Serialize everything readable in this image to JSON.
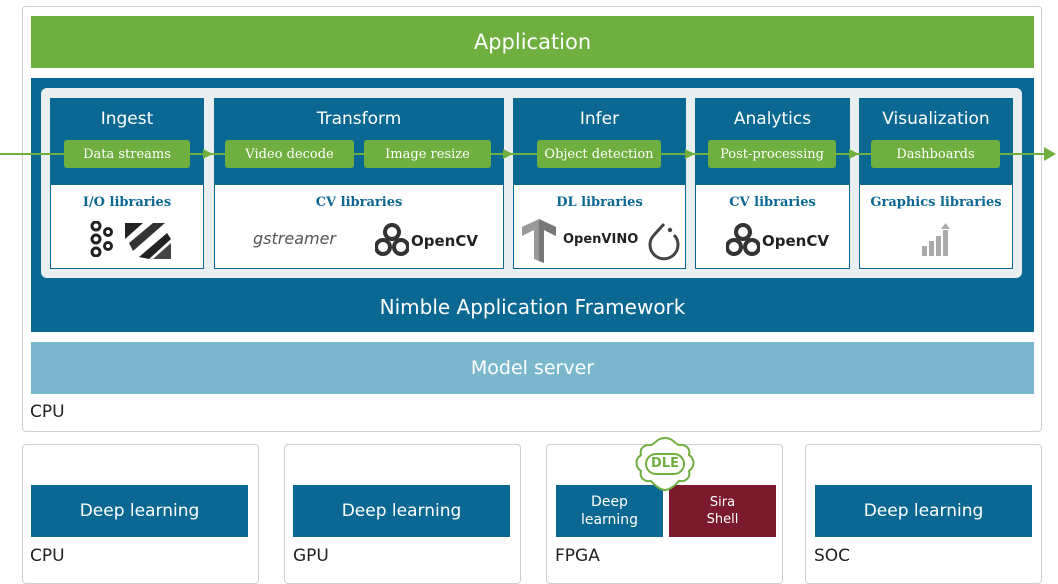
{
  "application": "Application",
  "framework": "Nimble Application Framework",
  "model_server": "Model server",
  "host_label": "CPU",
  "stages": [
    {
      "title": "Ingest",
      "library": "I/O libraries",
      "steps": [
        "Data streams"
      ]
    },
    {
      "title": "Transform",
      "library": "CV libraries",
      "steps": [
        "Video decode",
        "Image resize"
      ],
      "logos": [
        "gstreamer",
        "OpenCV"
      ]
    },
    {
      "title": "Infer",
      "library": "DL libraries",
      "steps": [
        "Object detection"
      ],
      "logos": [
        "OpenVINO"
      ]
    },
    {
      "title": "Analytics",
      "library": "CV libraries",
      "steps": [
        "Post-processing"
      ],
      "logos": [
        "OpenCV"
      ]
    },
    {
      "title": "Visualization",
      "library": "Graphics libraries",
      "steps": [
        "Dashboards"
      ]
    }
  ],
  "hardware": [
    {
      "label": "CPU",
      "block": "Deep learning"
    },
    {
      "label": "GPU",
      "block": "Deep learning"
    },
    {
      "label": "FPGA",
      "block_line1": "Deep",
      "block_line2": "learning",
      "shell_line1": "Sira",
      "shell_line2": "Shell",
      "badge": "DLE"
    },
    {
      "label": "SOC",
      "block": "Deep learning"
    }
  ],
  "colors": {
    "green": "#6faf3f",
    "blue": "#0b6893",
    "light_blue": "#7ab7cc",
    "maroon": "#7b1a2c"
  },
  "icons": [
    "kafka-icon",
    "ffmpeg-icon",
    "opencv-icon",
    "tensorflow-icon",
    "pytorch-icon",
    "bar-chart-icon",
    "flow-arrow-icon"
  ]
}
